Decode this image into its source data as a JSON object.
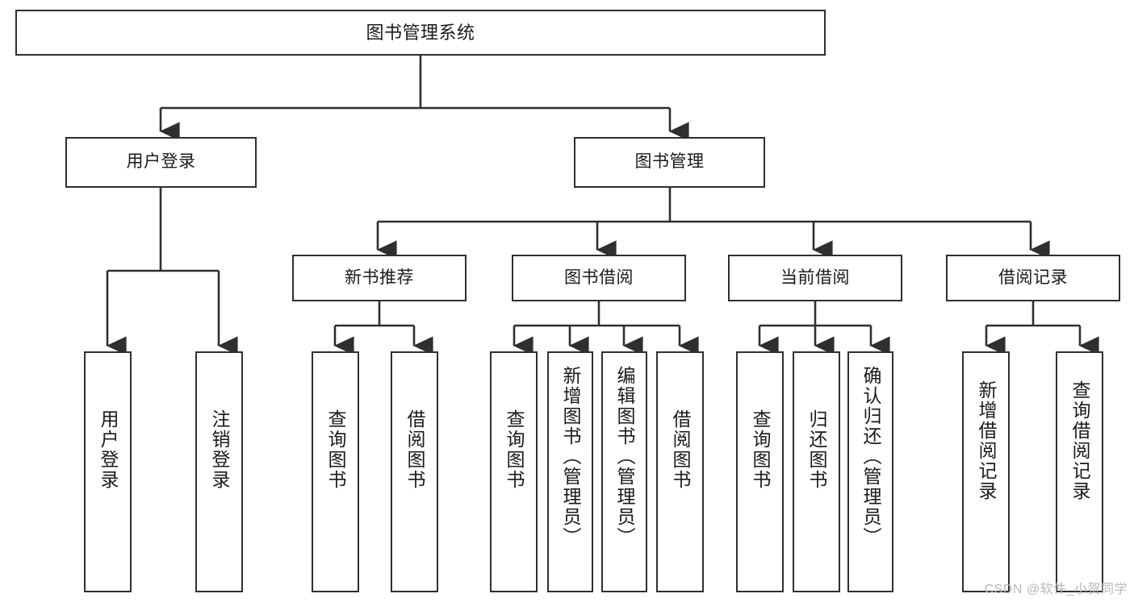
{
  "diagram": {
    "title": "图书管理系统",
    "type": "tree",
    "orientation": "top-down",
    "colors": {
      "box_border": "#2f2f2f",
      "box_fill": "#ffffff",
      "connector": "#2f2f2f",
      "text": "#1a1a1a",
      "watermark": "#b9b9b9",
      "background": "#ffffff"
    }
  },
  "nodes": {
    "root": {
      "label": "图书管理系统",
      "level": 0
    },
    "level1": [
      {
        "id": "user-login",
        "label": "用户登录"
      },
      {
        "id": "book-manage",
        "label": "图书管理"
      }
    ],
    "level2": [
      {
        "id": "new-book-recommend",
        "label": "新书推荐",
        "parent": "book-manage"
      },
      {
        "id": "book-borrow",
        "label": "图书借阅",
        "parent": "book-manage"
      },
      {
        "id": "current-borrow",
        "label": "当前借阅",
        "parent": "book-manage"
      },
      {
        "id": "borrow-record",
        "label": "借阅记录",
        "parent": "book-manage"
      }
    ],
    "leaves": {
      "user-login": [
        {
          "id": "leaf-user-login",
          "label": "用户登录"
        },
        {
          "id": "leaf-user-logout",
          "label": "注销登录"
        }
      ],
      "new-book-recommend": [
        {
          "id": "leaf-query-book-1",
          "label": "查询图书"
        },
        {
          "id": "leaf-borrow-book-1",
          "label": "借阅图书"
        }
      ],
      "book-borrow": [
        {
          "id": "leaf-query-book-2",
          "label": "查询图书"
        },
        {
          "id": "leaf-add-book",
          "label": "新增图书（管理员）"
        },
        {
          "id": "leaf-edit-book",
          "label": "编辑图书（管理员）"
        },
        {
          "id": "leaf-borrow-book-2",
          "label": "借阅图书"
        }
      ],
      "current-borrow": [
        {
          "id": "leaf-query-book-3",
          "label": "查询图书"
        },
        {
          "id": "leaf-return-book",
          "label": "归还图书"
        },
        {
          "id": "leaf-confirm-return",
          "label": "确认归还（管理员）"
        }
      ],
      "borrow-record": [
        {
          "id": "leaf-add-record",
          "label": "新增借阅记录"
        },
        {
          "id": "leaf-query-record",
          "label": "查询借阅记录"
        }
      ]
    }
  },
  "watermark": {
    "text": "CSDN @软件_小贺同学"
  }
}
